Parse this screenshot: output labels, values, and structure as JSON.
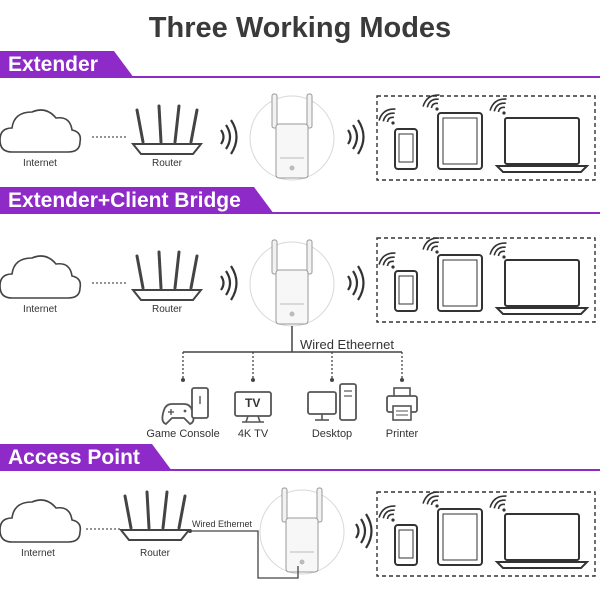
{
  "title": "Three Working Modes",
  "modes": [
    {
      "label": "Extender",
      "internet": "Internet",
      "router": "Router"
    },
    {
      "label": "Extender+Client Bridge",
      "internet": "Internet",
      "router": "Router",
      "wired": "Wired Etheernet",
      "devices": [
        "Game Console",
        "4K TV",
        "Desktop",
        "Printer"
      ],
      "tv_text": "TV"
    },
    {
      "label": "Access Point",
      "internet": "Internet",
      "router": "Router",
      "wired": "Wired Ethernet"
    }
  ],
  "colors": {
    "accent": "#8e2bc8",
    "line": "#444444",
    "device": "#555555"
  }
}
